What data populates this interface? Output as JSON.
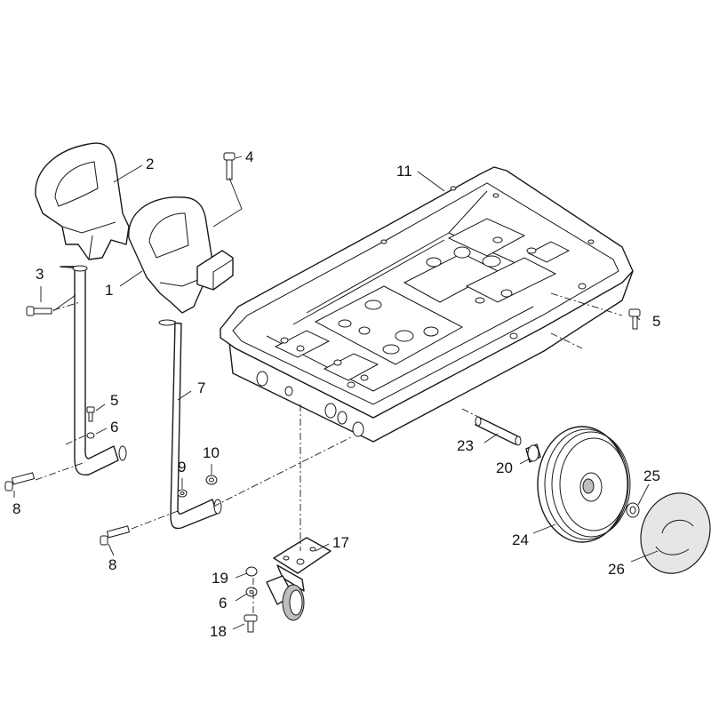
{
  "callouts": [
    {
      "id": "c2",
      "label": "2"
    },
    {
      "id": "c4",
      "label": "4"
    },
    {
      "id": "c11",
      "label": "11"
    },
    {
      "id": "c3",
      "label": "3"
    },
    {
      "id": "c1",
      "label": "1"
    },
    {
      "id": "c5a",
      "label": "5"
    },
    {
      "id": "c7",
      "label": "7"
    },
    {
      "id": "c5b",
      "label": "5"
    },
    {
      "id": "c6a",
      "label": "6"
    },
    {
      "id": "c10",
      "label": "10"
    },
    {
      "id": "c9",
      "label": "9"
    },
    {
      "id": "c8a",
      "label": "8"
    },
    {
      "id": "c23",
      "label": "23"
    },
    {
      "id": "c20",
      "label": "20"
    },
    {
      "id": "c25",
      "label": "25"
    },
    {
      "id": "c8b",
      "label": "8"
    },
    {
      "id": "c17",
      "label": "17"
    },
    {
      "id": "c24",
      "label": "24"
    },
    {
      "id": "c26",
      "label": "26"
    },
    {
      "id": "c19",
      "label": "19"
    },
    {
      "id": "c6b",
      "label": "6"
    },
    {
      "id": "c18",
      "label": "18"
    }
  ]
}
